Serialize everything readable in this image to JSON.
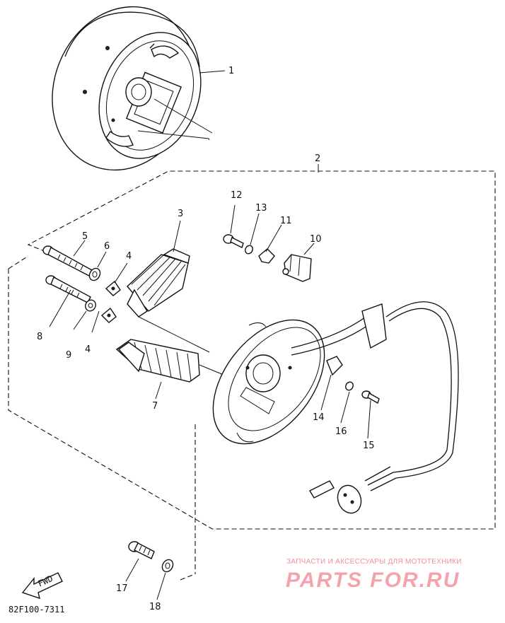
{
  "callouts": {
    "p1": "1",
    "p2": "2",
    "p3": "3",
    "p4a": "4",
    "p4b": "4",
    "p5": "5",
    "p6": "6",
    "p7": "7",
    "p8": "8",
    "p9": "9",
    "p10": "10",
    "p11": "11",
    "p12": "12",
    "p13": "13",
    "p14": "14",
    "p15": "15",
    "p16": "16",
    "p17": "17",
    "p18": "18"
  },
  "diagram_code": "82F100-7311",
  "direction_arrow": "FWD",
  "watermark": {
    "tagline": "ЗАПЧАСТИ И АКСЕССУАРЫ ДЛЯ МОТОТЕХНИКИ",
    "brand": "PARTS FOR.RU"
  },
  "colors": {
    "line": "#111111",
    "watermark": "#f4a3ad",
    "background": "#ffffff"
  }
}
